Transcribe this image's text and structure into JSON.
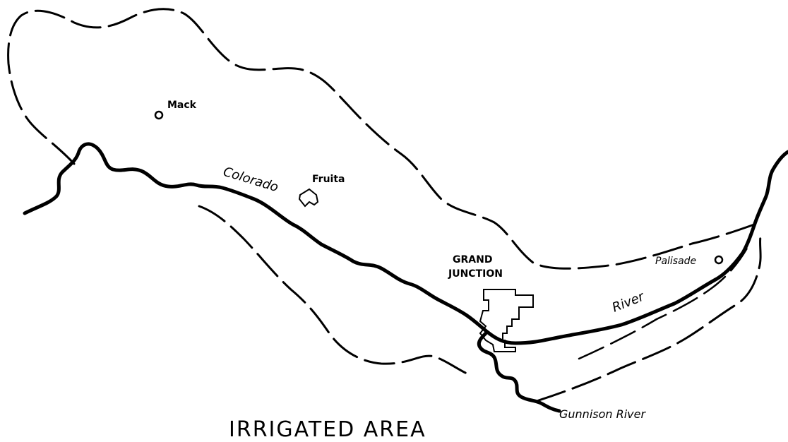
{
  "map": {
    "title": "IRRIGATED AREA",
    "places": {
      "mack": "Mack",
      "fruita": "Fruita",
      "grand_junction_line1": "GRAND",
      "grand_junction_line2": "JUNCTION",
      "palisade": "Palisade"
    },
    "rivers": {
      "colorado_part1": "Colorado",
      "colorado_part2": "River",
      "gunnison": "Gunnison River"
    }
  }
}
